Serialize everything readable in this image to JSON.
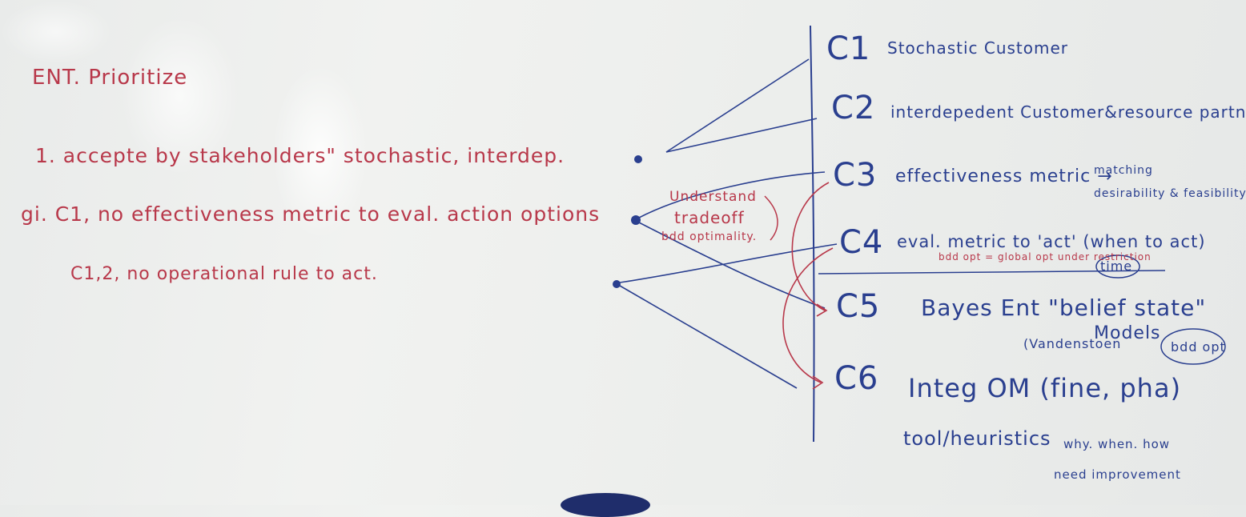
{
  "left": {
    "title": "ENT. Prioritize",
    "line1": "1. accepte by stakeholders\" stochastic, interdep.",
    "line2": "gi. C1, no effectiveness metric to eval. action options",
    "line3": "C1,2, no operational rule to act.",
    "note1": "Understand",
    "note2": "tradeoff",
    "note3": "bdd optimality."
  },
  "right": {
    "c1_label": "C1",
    "c1_text": "Stochastic Customer",
    "c2_label": "C2",
    "c2_text": "interdepedent Customer&resource partner.",
    "c3_label": "C3",
    "c3_text": "effectiveness metric →",
    "c3_note1": "matching",
    "c3_note2": "desirability & feasibility",
    "c4_label": "C4",
    "c4_text": "eval. metric to 'act' (when to act)",
    "c4_note": "bdd opt = global opt under restriction",
    "c4_time": "time",
    "c5_label": "C5",
    "c5_text": "Bayes Ent \"belief state\"",
    "c5_note1": "Models",
    "c5_note2": "(Vandenstoen",
    "c5_bdd": "bdd opt",
    "c6_label": "C6",
    "c6_text": "Integ OM (fine, pha)",
    "c6_line2": "tool/heuristics",
    "c6_line2b": "why. when. how",
    "c6_line3": "need improvement"
  },
  "colors": {
    "red_ink": "#b8384a",
    "blue_ink": "#2a3f8f",
    "board": "#eceeec"
  }
}
